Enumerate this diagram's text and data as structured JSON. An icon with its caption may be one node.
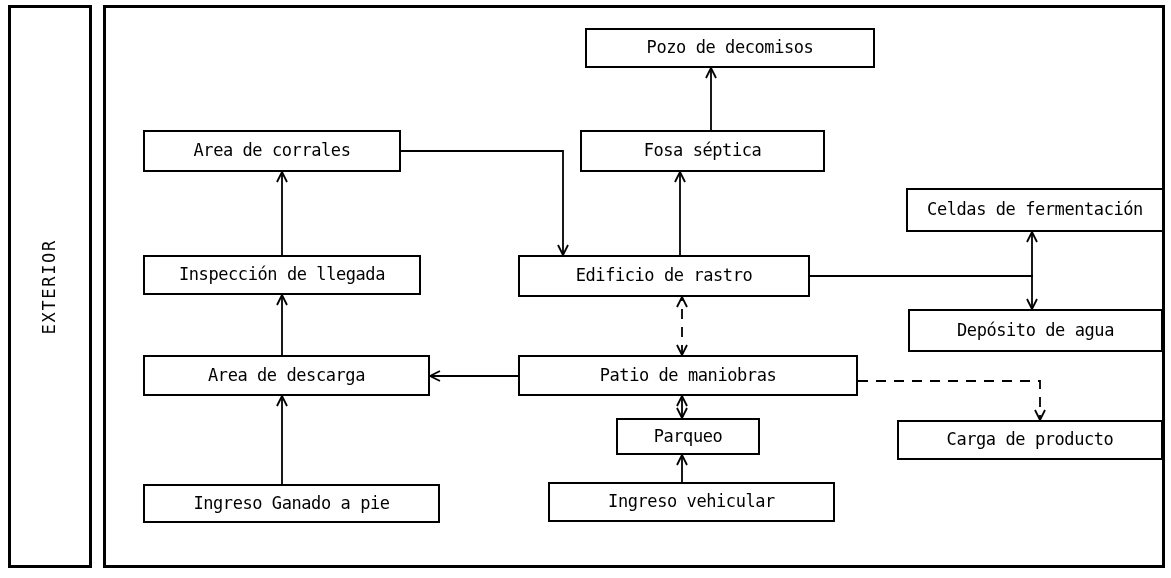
{
  "diagram": {
    "nodes": [
      {
        "text": [
          "EXTERIOR"
        ]
      },
      {
        "text": [],
        "shape": "box"
      },
      {
        "text": [
          "Pozo de decomisos"
        ],
        "in": 1
      },
      {
        "text": [
          "Area de corrales"
        ],
        "in": 1
      },
      {
        "text": [
          "Fosa séptica"
        ],
        "in": 1
      },
      {
        "text": [
          "Celdas de fermentación"
        ],
        "in": 1
      },
      {
        "text": [
          "Inspección de llegada"
        ],
        "in": 1
      },
      {
        "text": [
          "Edificio de rastro"
        ],
        "in": 1
      },
      {
        "text": [
          "Depósito de agua"
        ],
        "in": 1
      },
      {
        "text": [
          "Area de descarga"
        ],
        "in": 1
      },
      {
        "text": [
          "Patio de maniobras"
        ],
        "in": 1
      },
      {
        "text": [
          "Parqueo"
        ],
        "in": 1
      },
      {
        "text": [
          "Carga de producto"
        ],
        "in": 1
      },
      {
        "text": [
          "Ingreso Ganado a pie"
        ],
        "in": 1
      },
      {
        "text": [
          "Ingreso vehicular"
        ],
        "in": 1
      }
    ],
    "edges": [
      {
        "from": 13,
        "to": 9,
        "arrow": "to"
      },
      {
        "from": 9,
        "to": 6,
        "arrow": "to"
      },
      {
        "from": 6,
        "to": 3,
        "arrow": "to"
      },
      {
        "from": 3,
        "to": 7,
        "arrow": "to"
      },
      {
        "from": 7,
        "to": 4,
        "arrow": "to"
      },
      {
        "from": 4,
        "to": 2,
        "arrow": "to"
      },
      {
        "from": 7,
        "to": 5,
        "arrow": "to"
      },
      {
        "from": 7,
        "to": 8,
        "arrow": "to"
      },
      {
        "from": 10,
        "to": 7,
        "arrow": "both",
        "style": "dashed"
      },
      {
        "from": 10,
        "to": 9,
        "arrow": "to"
      },
      {
        "from": 11,
        "to": 10,
        "arrow": "both"
      },
      {
        "from": 14,
        "to": 11,
        "arrow": "to"
      },
      {
        "from": 10,
        "to": 12,
        "arrow": "to",
        "style": "dashed"
      }
    ]
  }
}
